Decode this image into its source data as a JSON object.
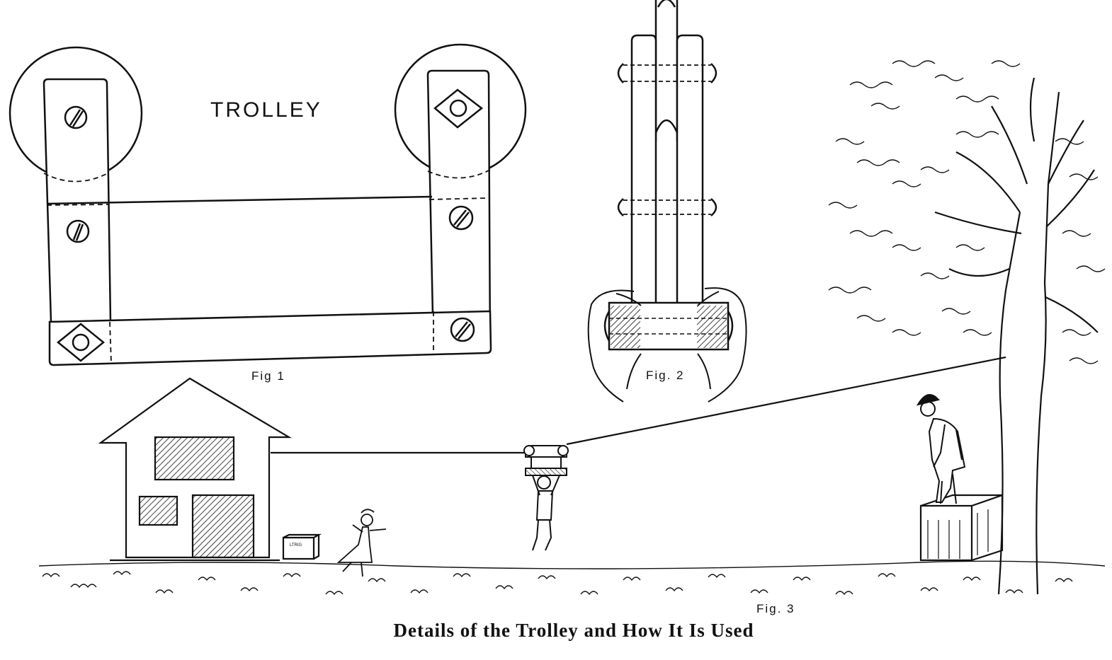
{
  "figure": {
    "title": "TROLLEY",
    "fig1_label": "Fig 1",
    "fig2_label": "Fig. 2",
    "fig3_label": "Fig. 3",
    "caption": "Details of the Trolley and How It Is Used",
    "box_text": "LTRIG"
  }
}
